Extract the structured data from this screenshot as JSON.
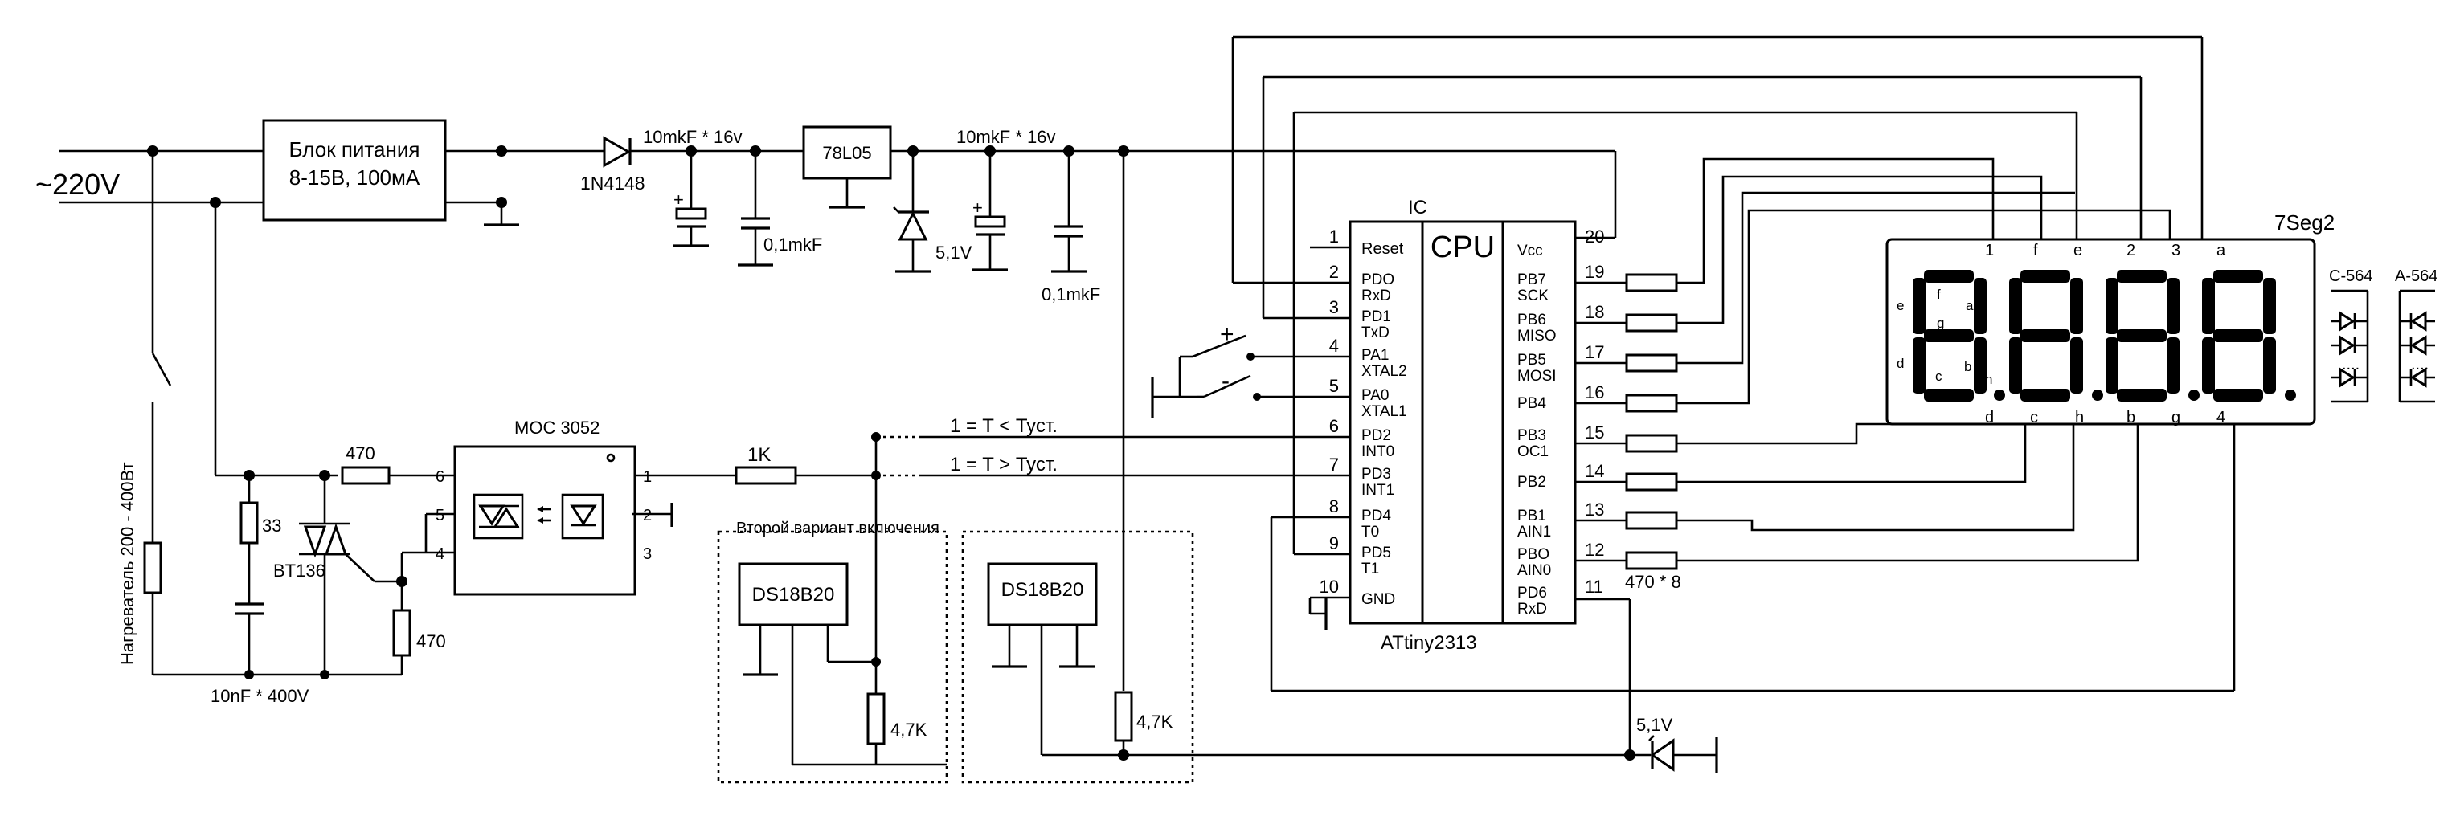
{
  "mains_label": "~220V",
  "psu": {
    "line1": "Блок питания",
    "line2": "8-15В, 100мА"
  },
  "diode_label": "1N4148",
  "cap1_label": "10mkF * 16v",
  "cap2_label": "0,1mkF",
  "regulator_label": "78L05",
  "cap3_label": "10mkF * 16v",
  "zener1_label": "5,1V",
  "cap4_label": "0,1mkF",
  "ic_ref": "IC",
  "cpu_label": "CPU",
  "ic_part": "ATtiny2313",
  "left_pins": [
    {
      "num": "1",
      "name": "Reset",
      "alt": ""
    },
    {
      "num": "2",
      "name": "PDO",
      "alt": "RxD"
    },
    {
      "num": "3",
      "name": "PD1",
      "alt": "TxD"
    },
    {
      "num": "4",
      "name": "PA1",
      "alt": "XTAL2"
    },
    {
      "num": "5",
      "name": "PA0",
      "alt": "XTAL1"
    },
    {
      "num": "6",
      "name": "PD2",
      "alt": "INT0"
    },
    {
      "num": "7",
      "name": "PD3",
      "alt": "INT1"
    },
    {
      "num": "8",
      "name": "PD4",
      "alt": "T0"
    },
    {
      "num": "9",
      "name": "PD5",
      "alt": "T1"
    },
    {
      "num": "10",
      "name": "GND",
      "alt": ""
    }
  ],
  "right_pins": [
    {
      "num": "20",
      "name": "Vcc",
      "alt": ""
    },
    {
      "num": "19",
      "name": "PB7",
      "alt": "SCK"
    },
    {
      "num": "18",
      "name": "PB6",
      "alt": "MISO"
    },
    {
      "num": "17",
      "name": "PB5",
      "alt": "MOSI"
    },
    {
      "num": "16",
      "name": "PB4",
      "alt": ""
    },
    {
      "num": "15",
      "name": "PB3",
      "alt": "OC1"
    },
    {
      "num": "14",
      "name": "PB2",
      "alt": ""
    },
    {
      "num": "13",
      "name": "PB1",
      "alt": "AIN1"
    },
    {
      "num": "12",
      "name": "PBO",
      "alt": "AIN0"
    },
    {
      "num": "11",
      "name": "PD6",
      "alt": "RxD"
    }
  ],
  "button_plus": "+",
  "button_minus": "-",
  "signal1": "1 = T < Туст.",
  "signal2": "1 = T > Туст.",
  "resistor_1k": "1K",
  "optocoupler": "MOC 3052",
  "opto_pins": [
    "6",
    "5",
    "4",
    "1",
    "2",
    "3"
  ],
  "res470_top": "470",
  "res33": "33",
  "triac": "BT136",
  "res470_side": "470",
  "snubber_cap": "10nF * 400V",
  "heater": "Нагреватель 200 - 400Вт",
  "variant2_caption": "Второй вариант включения",
  "sensor1": "DS18B20",
  "sensor2": "DS18B20",
  "pullup1": "4,7K",
  "pullup2": "4,7K",
  "res_array": "470 * 8",
  "zener2_label": "5,1V",
  "display_ref": "7Seg2",
  "display_top_pins": [
    "1",
    "f",
    "e",
    "2",
    "3",
    "a"
  ],
  "display_bottom_pins": [
    "d",
    "c",
    "h",
    "b",
    "g",
    "4"
  ],
  "digit_seg_labels": [
    "e",
    "f",
    "g",
    "a",
    "d",
    "c",
    "b",
    "h"
  ],
  "led_variant1": "С-564",
  "led_variant2": "А-564"
}
